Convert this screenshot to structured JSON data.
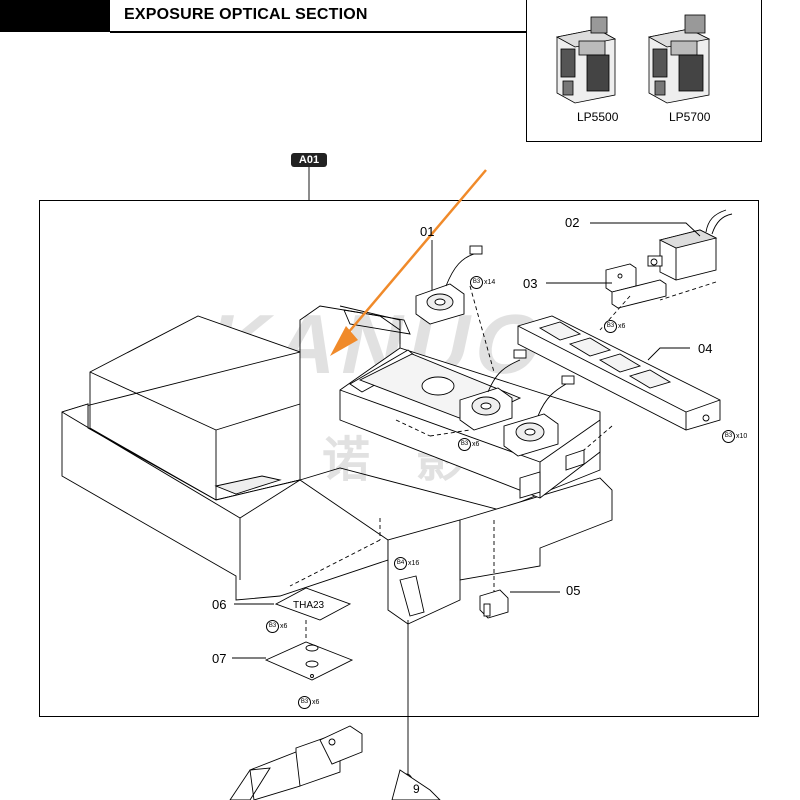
{
  "header": {
    "title": "EXPOSURE OPTICAL SECTION"
  },
  "models": [
    {
      "label": "LP5500"
    },
    {
      "label": "LP5700"
    }
  ],
  "badge": "A01",
  "callouts": [
    {
      "id": "01",
      "text": "01"
    },
    {
      "id": "02",
      "text": "02"
    },
    {
      "id": "03",
      "text": "03"
    },
    {
      "id": "04",
      "text": "04"
    },
    {
      "id": "05",
      "text": "05"
    },
    {
      "id": "06",
      "text": "06"
    },
    {
      "id": "07",
      "text": "07"
    }
  ],
  "part_labels": {
    "tha23": "THA23"
  },
  "screws": [
    {
      "code": "B3",
      "count": "x14"
    },
    {
      "code": "B3",
      "count": "x6"
    },
    {
      "code": "B3",
      "count": "x10"
    },
    {
      "code": "B3",
      "count": "x6"
    },
    {
      "code": "B4",
      "count": "x16"
    },
    {
      "code": "B3",
      "count": "x6"
    },
    {
      "code": "B3",
      "count": "x6"
    }
  ],
  "watermark": {
    "latin": "KANUO",
    "chinese": "佳诺影像"
  },
  "colors": {
    "arrow": "#f08a2a",
    "frame": "#000000",
    "watermark": "#aaaaaa"
  },
  "footer_partial_label": "9"
}
